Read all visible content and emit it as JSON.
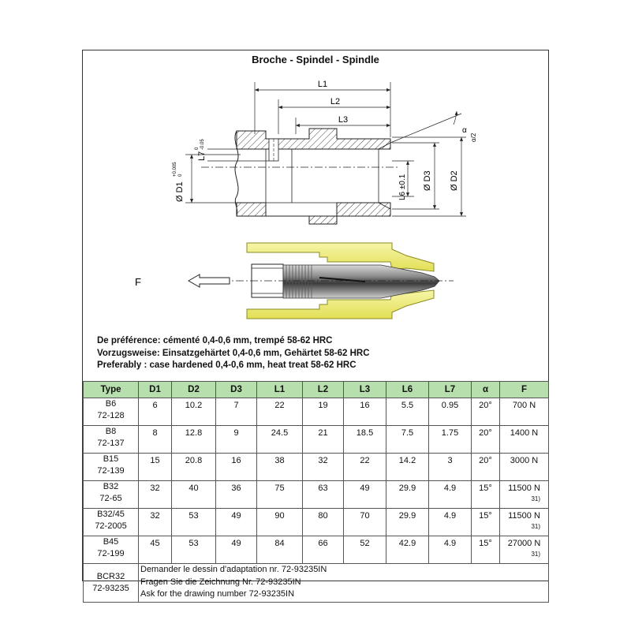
{
  "title": "Broche - Spindel - Spindle",
  "drawing": {
    "dim_l1": "L1",
    "dim_l2": "L2",
    "dim_l3": "L3",
    "dim_l7": "L7",
    "dim_l7_tol_top": "0",
    "dim_l7_tol_bottom": "-0.05",
    "dim_d1": "Ø D1",
    "dim_d1_tol_top": "+0.005",
    "dim_d1_tol_bottom": "0",
    "dim_l6": "L6 ±0.1",
    "dim_d3": "Ø D3",
    "dim_d2": "Ø D2",
    "dim_alpha": "α",
    "dim_alpha_half": "α/2",
    "force_label": "F"
  },
  "notes": [
    "De préférence: cémenté 0,4-0,6 mm, trempé 58-62 HRC",
    "Vorzugsweise: Einsatzgehärtet 0,4-0,6 mm, Gehärtet 58-62 HRC",
    "Preferably : case hardened 0,4-0,6 mm, heat treat 58-62 HRC"
  ],
  "table": {
    "headers": [
      "Type",
      "D1",
      "D2",
      "D3",
      "L1",
      "L2",
      "L3",
      "L6",
      "L7",
      "α",
      "F"
    ],
    "rows": [
      {
        "type": "B6",
        "ref": "72-128",
        "values": [
          "6",
          "10.2",
          "7",
          "22",
          "19",
          "16",
          "5.5",
          "0.95",
          "20°"
        ],
        "force": "700 N",
        "footnote": ""
      },
      {
        "type": "B8",
        "ref": "72-137",
        "values": [
          "8",
          "12.8",
          "9",
          "24.5",
          "21",
          "18.5",
          "7.5",
          "1.75",
          "20°"
        ],
        "force": "1400 N",
        "footnote": ""
      },
      {
        "type": "B15",
        "ref": "72-139",
        "values": [
          "15",
          "20.8",
          "16",
          "38",
          "32",
          "22",
          "14.2",
          "3",
          "20°"
        ],
        "force": "3000 N",
        "footnote": ""
      },
      {
        "type": "B32",
        "ref": "72-65",
        "values": [
          "32",
          "40",
          "36",
          "75",
          "63",
          "49",
          "29.9",
          "4.9",
          "15°"
        ],
        "force": "11500 N",
        "footnote": "31)"
      },
      {
        "type": "B32/45",
        "ref": "72-2005",
        "values": [
          "32",
          "53",
          "49",
          "90",
          "80",
          "70",
          "29.9",
          "4.9",
          "15°"
        ],
        "force": "11500 N",
        "footnote": "31)"
      },
      {
        "type": "B45",
        "ref": "72-199",
        "values": [
          "45",
          "53",
          "49",
          "84",
          "66",
          "52",
          "42.9",
          "4.9",
          "15°"
        ],
        "force": "27000 N",
        "footnote": "31)"
      }
    ],
    "last": {
      "type": "BCR32",
      "ref": "72-93235",
      "lines": [
        "Demander le dessin d'adaptation nr. 72-93235IN",
        "Fragen Sie die Zeichnung Nr. 72-93235IN",
        "Ask for the drawing number 72-93235IN"
      ]
    }
  },
  "colors": {
    "header_bg": "#b7dfad",
    "housing_yellow": "#f3f08a",
    "housing_outline": "#8a8a20",
    "collet_grey": "#8c8c8c"
  }
}
